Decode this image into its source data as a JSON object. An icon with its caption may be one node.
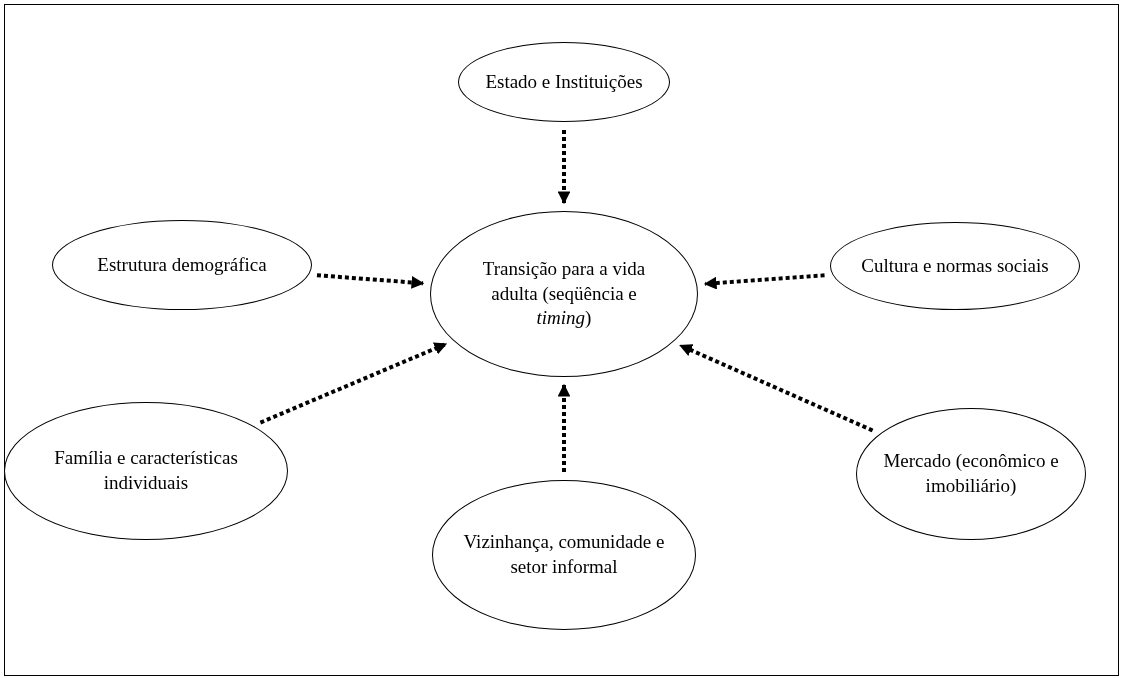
{
  "diagram": {
    "nodes": [
      {
        "text": [
          "Transição para a vida adulta (seqüência e *timing*)"
        ]
      },
      {
        "text": [
          "Estado e Instituições"
        ]
      },
      {
        "text": [
          "Estrutura demográfica"
        ]
      },
      {
        "text": [
          "Cultura e normas sociais"
        ]
      },
      {
        "text": [
          "Família e características individuais"
        ]
      },
      {
        "text": [
          "Mercado (econômico e imobiliário)"
        ]
      },
      {
        "text": [
          "Vizinhança, comunidade e setor informal"
        ]
      }
    ],
    "edges": [
      {
        "from": 1,
        "to": 0,
        "arrow": "to",
        "style": "dashed"
      },
      {
        "from": 2,
        "to": 0,
        "arrow": "to",
        "style": "dashed"
      },
      {
        "from": 3,
        "to": 0,
        "arrow": "to",
        "style": "dashed"
      },
      {
        "from": 4,
        "to": 0,
        "arrow": "to",
        "style": "dashed"
      },
      {
        "from": 5,
        "to": 0,
        "arrow": "to",
        "style": "dashed"
      },
      {
        "from": 6,
        "to": 0,
        "arrow": "to",
        "style": "dashed"
      }
    ]
  }
}
